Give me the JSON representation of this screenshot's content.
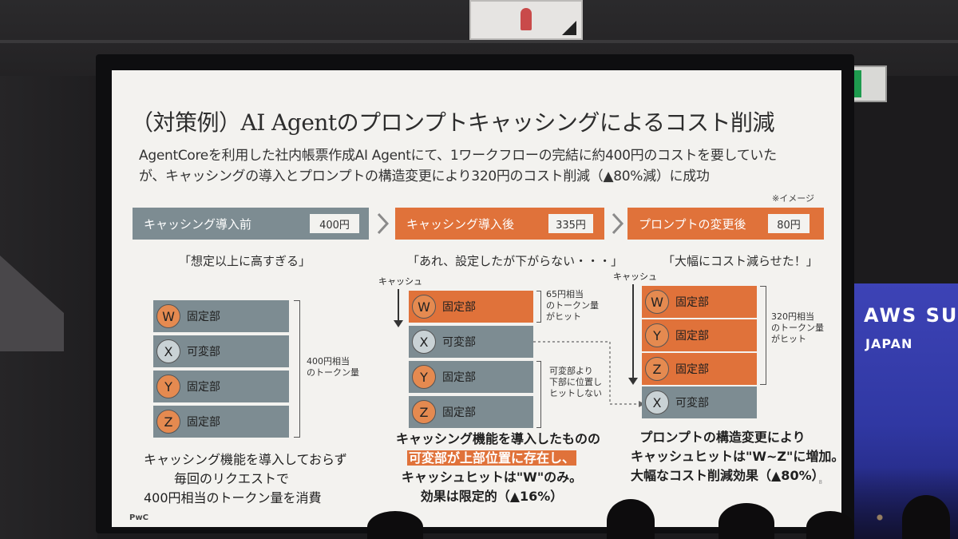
{
  "slide": {
    "title": "（対策例）AI Agentのプロンプトキャッシングによるコスト削減",
    "subtitle_line1": "AgentCoreを利用した社内帳票作成AI Agentにて、1ワークフローの完結に約400円のコストを要していた",
    "subtitle_line2": "が、キャッシングの導入とプロンプトの構造変更により320円のコスト削減（▲80%減）に成功",
    "note": "※イメージ",
    "brand": "PwC",
    "page_number": "8"
  },
  "stages": [
    {
      "label": "キャッシング導入前",
      "cost": "400円",
      "quote": "「想定以上に高すぎる」",
      "blocks": [
        {
          "letter": "W",
          "label": "固定部"
        },
        {
          "letter": "X",
          "label": "可変部"
        },
        {
          "letter": "Y",
          "label": "固定部"
        },
        {
          "letter": "Z",
          "label": "固定部"
        }
      ],
      "bracket_note_1": "400円相当",
      "bracket_note_2": "のトークン量",
      "bottom_1": "キャッシング機能を導入しておらず",
      "bottom_2": "毎回のリクエストで",
      "bottom_3": "400円相当のトークン量を消費"
    },
    {
      "label": "キャッシング導入後",
      "cost": "335円",
      "quote": "「あれ、設定したが下がらない・・・」",
      "cache_label": "キャッシュ",
      "blocks": [
        {
          "letter": "W",
          "label": "固定部"
        },
        {
          "letter": "X",
          "label": "可変部"
        },
        {
          "letter": "Y",
          "label": "固定部"
        },
        {
          "letter": "Z",
          "label": "固定部"
        }
      ],
      "note_top_1": "65円相当",
      "note_top_2": "のトークン量",
      "note_top_3": "がヒット",
      "note_mid_1": "可変部より",
      "note_mid_2": "下部に位置し",
      "note_mid_3": "ヒットしない",
      "bottom_1": "キャッシング機能を導入したものの",
      "bottom_2": "可変部が上部位置に存在し、",
      "bottom_3": "キャッシュヒットは\"W\"のみ。",
      "bottom_4": "効果は限定的（▲16%）"
    },
    {
      "label": "プロンプトの変更後",
      "cost": "80円",
      "quote": "「大幅にコスト減らせた！」",
      "cache_label": "キャッシュ",
      "blocks": [
        {
          "letter": "W",
          "label": "固定部"
        },
        {
          "letter": "Y",
          "label": "固定部"
        },
        {
          "letter": "Z",
          "label": "固定部"
        },
        {
          "letter": "X",
          "label": "可変部"
        }
      ],
      "note_1": "320円相当",
      "note_2": "のトークン量",
      "note_3": "がヒット",
      "bottom_1": "プロンプトの構造変更により",
      "bottom_2": "キャッシュヒットは\"W~Z\"に増加。",
      "bottom_3": "大幅なコスト削減効果（▲80%）"
    }
  ],
  "venue": {
    "banner_title": "AWS SU",
    "banner_sub": "JAPAN"
  },
  "colors": {
    "orange": "#e0723a",
    "gray": "#7d8c92",
    "slide_bg": "#f3f2ef"
  }
}
